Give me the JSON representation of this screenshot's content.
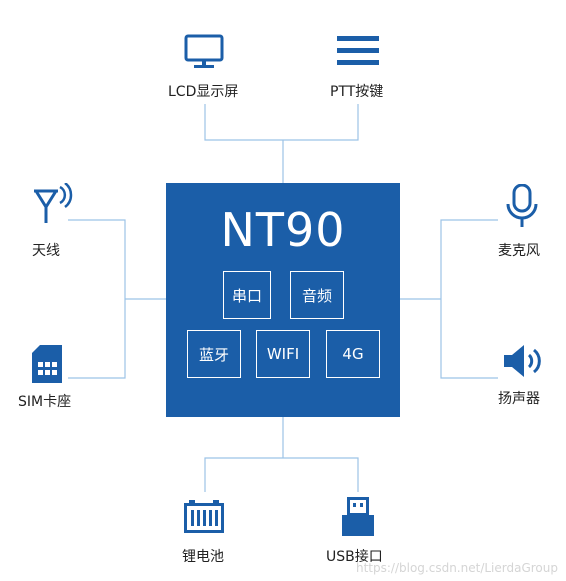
{
  "chip": {
    "title": "NT90",
    "modules": [
      "串口",
      "音频",
      "蓝牙",
      "WIFI",
      "4G"
    ]
  },
  "peripherals": {
    "lcd": {
      "label": "LCD显示屏",
      "icon": "monitor-icon"
    },
    "ptt": {
      "label": "PTT按键",
      "icon": "menu-icon"
    },
    "antenna": {
      "label": "天线",
      "icon": "antenna-icon"
    },
    "sim": {
      "label": "SIM卡座",
      "icon": "sim-card-icon"
    },
    "mic": {
      "label": "麦克风",
      "icon": "microphone-icon"
    },
    "speaker": {
      "label": "扬声器",
      "icon": "speaker-icon"
    },
    "battery": {
      "label": "锂电池",
      "icon": "battery-icon"
    },
    "usb": {
      "label": "USB接口",
      "icon": "usb-icon"
    }
  },
  "watermark": "https://blog.csdn.net/LierdaGroup",
  "colors": {
    "accent": "#1b5ea8",
    "wire": "#9cc3e6",
    "text": "#222222"
  }
}
